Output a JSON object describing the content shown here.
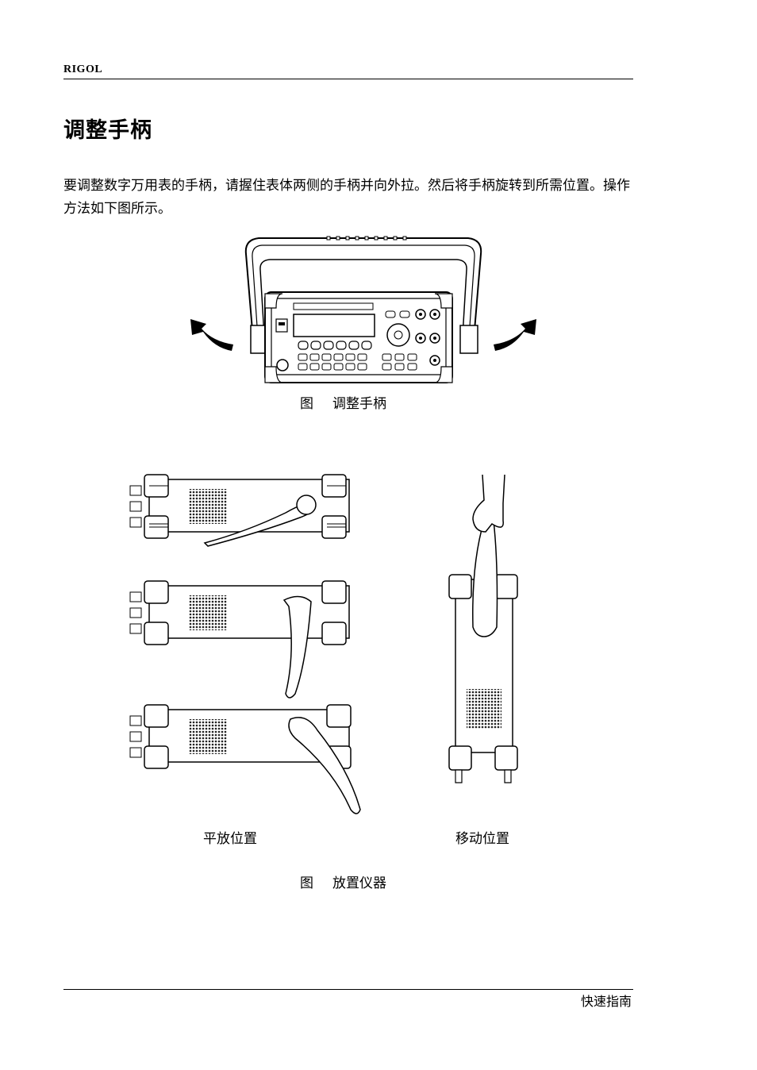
{
  "header": {
    "brand": "RIGOL"
  },
  "section": {
    "title": "调整手柄"
  },
  "body": {
    "paragraph": "要调整数字万用表的手柄，请握住表体两侧的手柄并向外拉。然后将手柄旋转到所需位置。操作方法如下图所示。"
  },
  "figure1": {
    "label": "图",
    "caption": "调整手柄"
  },
  "figure2": {
    "label": "图",
    "caption": "放置仪器",
    "sublabel_left": "平放位置",
    "sublabel_right": "移动位置"
  },
  "footer": {
    "text": "快速指南"
  }
}
